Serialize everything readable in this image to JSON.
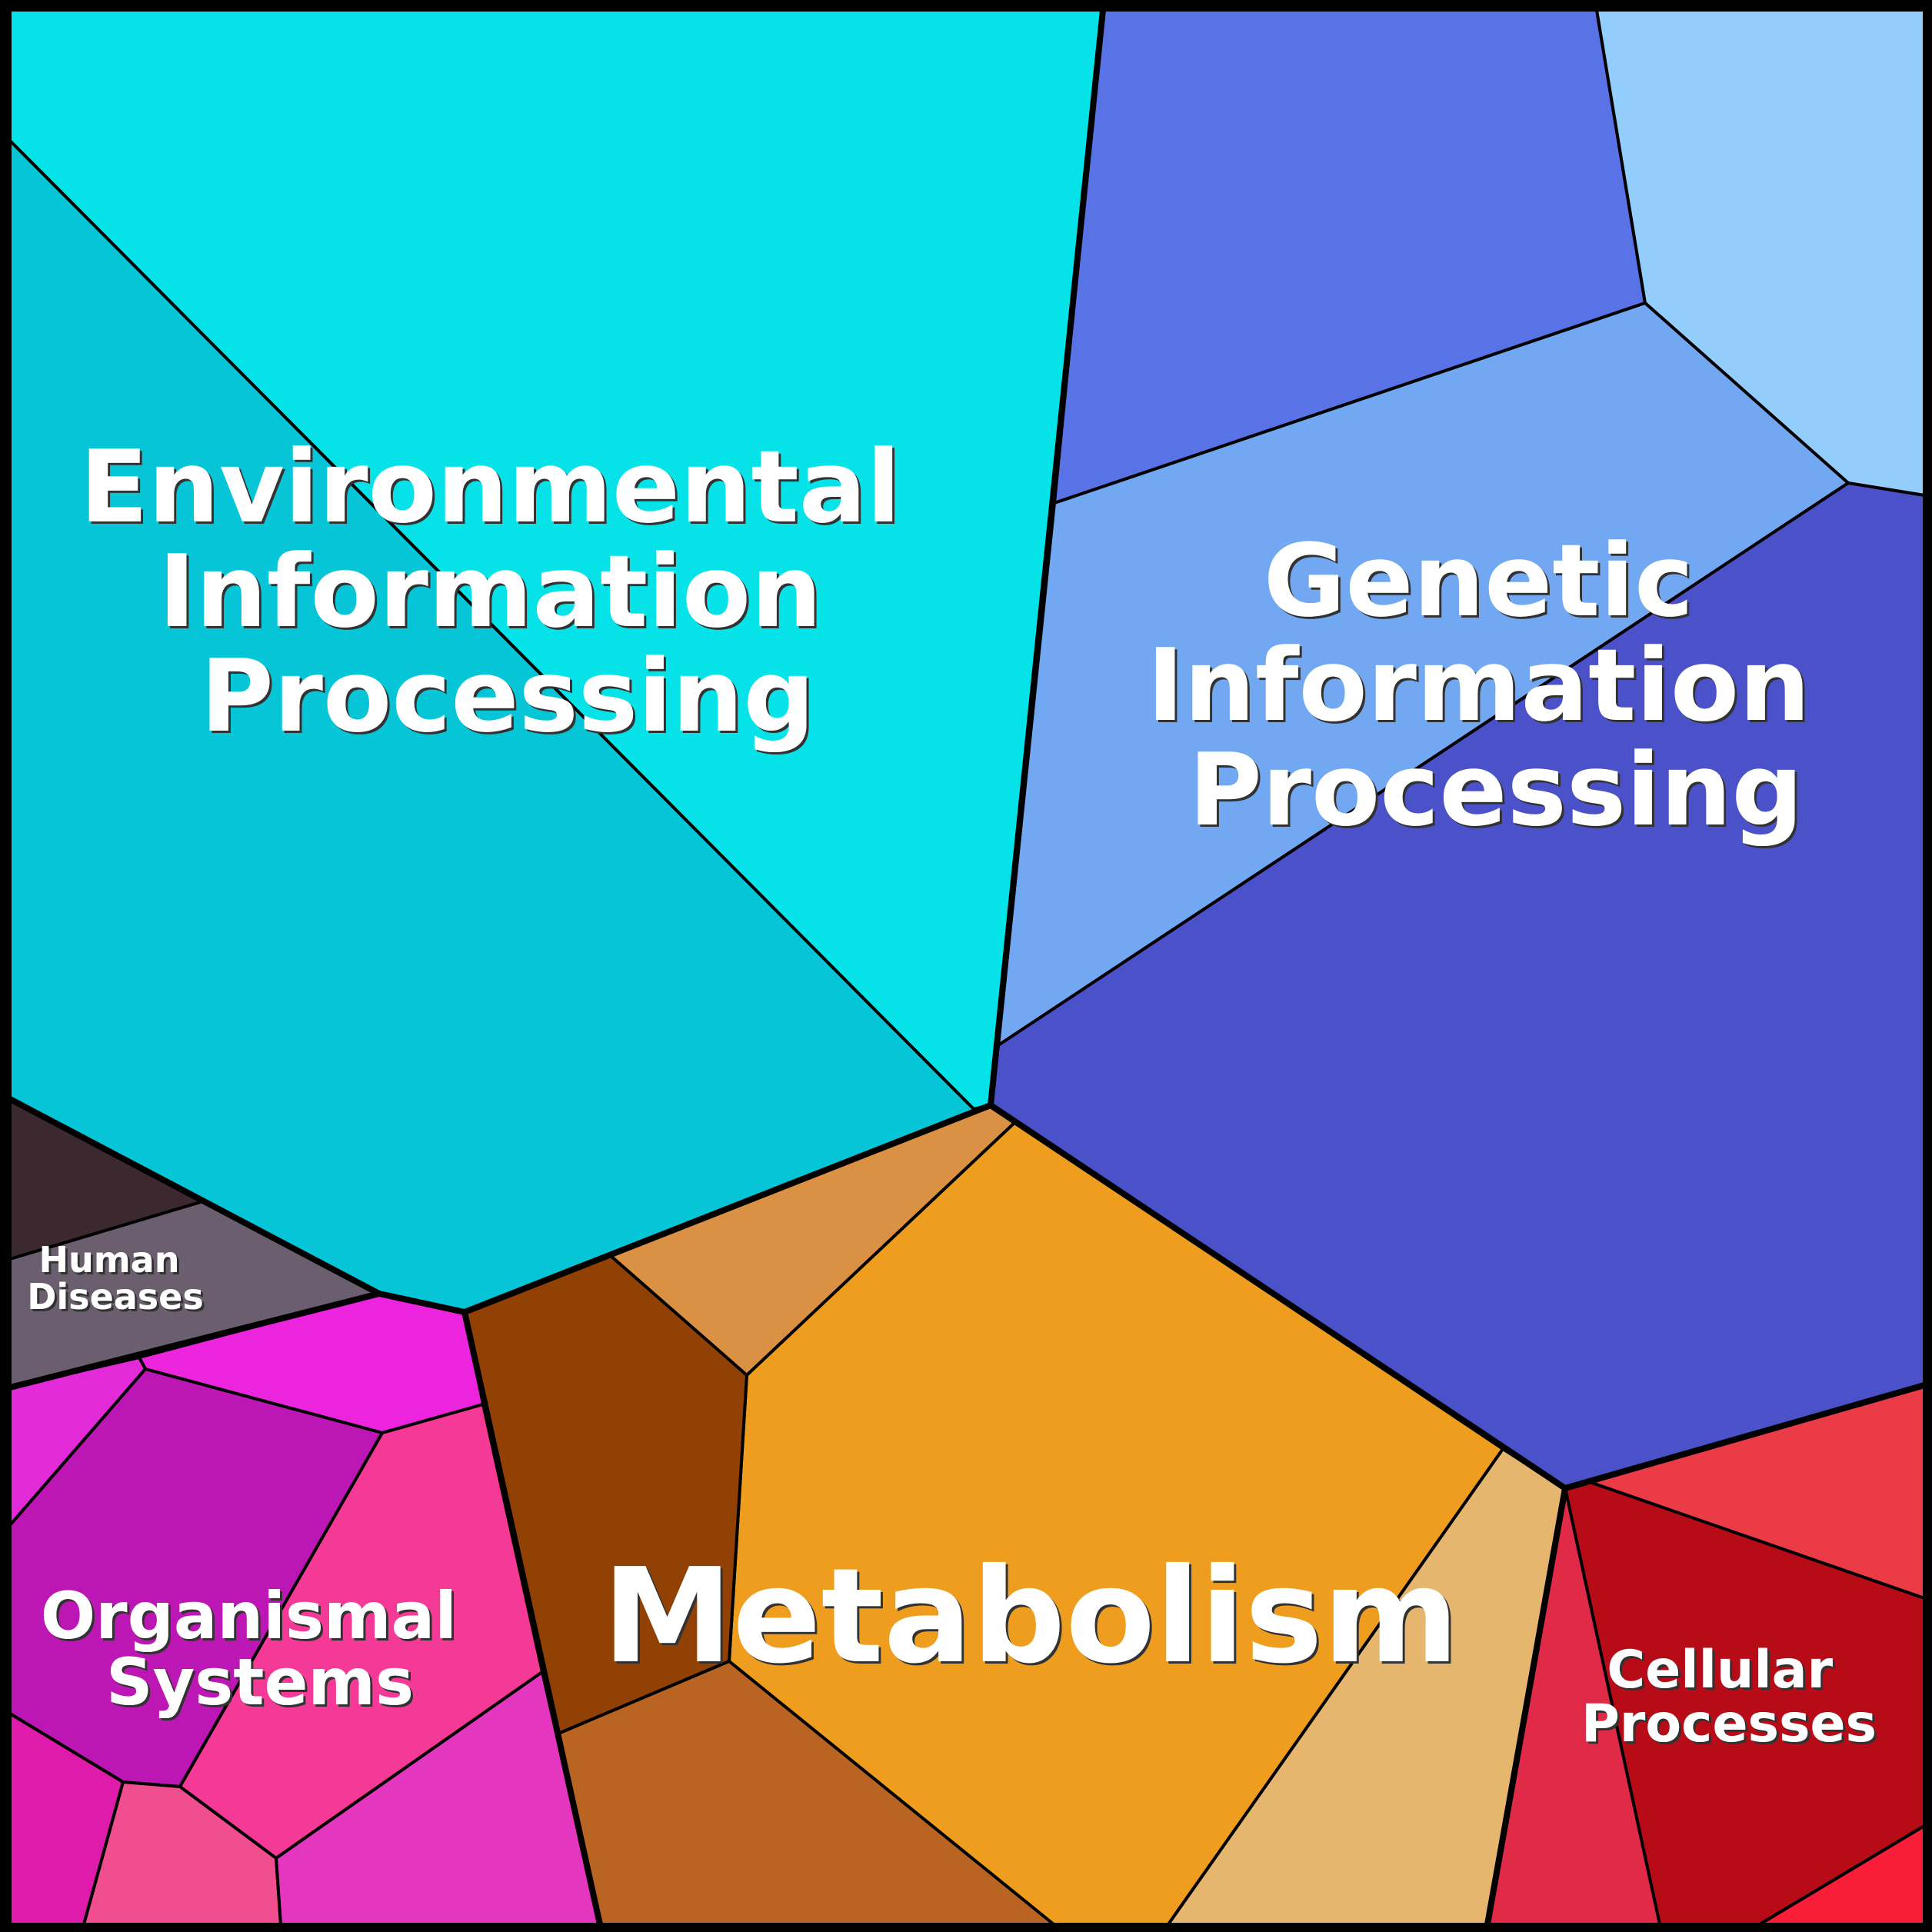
{
  "groups": [
    {
      "key": "env",
      "label_lines": [
        "Environmental",
        "Information",
        "Processing"
      ],
      "cells": [
        {
          "color": "#05E3E9"
        },
        {
          "color": "#06C5D6"
        }
      ]
    },
    {
      "key": "gen",
      "label_lines": [
        "Genetic",
        "Information",
        "Processing"
      ],
      "cells": [
        {
          "color": "#5973E6"
        },
        {
          "color": "#93CDFB"
        },
        {
          "color": "#72A8F2"
        },
        {
          "color": "#4A51C9"
        }
      ]
    },
    {
      "key": "met",
      "label_lines": [
        "Metabolism"
      ],
      "cells": [
        {
          "color": "#DA9144"
        },
        {
          "color": "#EE9D1F"
        },
        {
          "color": "#914103"
        },
        {
          "color": "#B96423"
        },
        {
          "color": "#E6B66F"
        }
      ]
    },
    {
      "key": "cel",
      "label_lines": [
        "Cellular",
        "Processes"
      ],
      "cells": [
        {
          "color": "#EA3B46"
        },
        {
          "color": "#B70B17"
        },
        {
          "color": "#E02A48"
        },
        {
          "color": "#F91D38"
        }
      ]
    },
    {
      "key": "hum",
      "label_lines": [
        "Human",
        "Diseases"
      ],
      "cells": [
        {
          "color": "#3C2930"
        },
        {
          "color": "#6B5E6E"
        }
      ]
    },
    {
      "key": "org",
      "label_lines": [
        "Organismal",
        "Systems"
      ],
      "cells": [
        {
          "color": "#EC24DE"
        },
        {
          "color": "#E22AD8"
        },
        {
          "color": "#BC16B4"
        },
        {
          "color": "#F43A96"
        },
        {
          "color": "#DE1BAA"
        },
        {
          "color": "#F14E8F"
        },
        {
          "color": "#E436BE"
        }
      ]
    }
  ]
}
